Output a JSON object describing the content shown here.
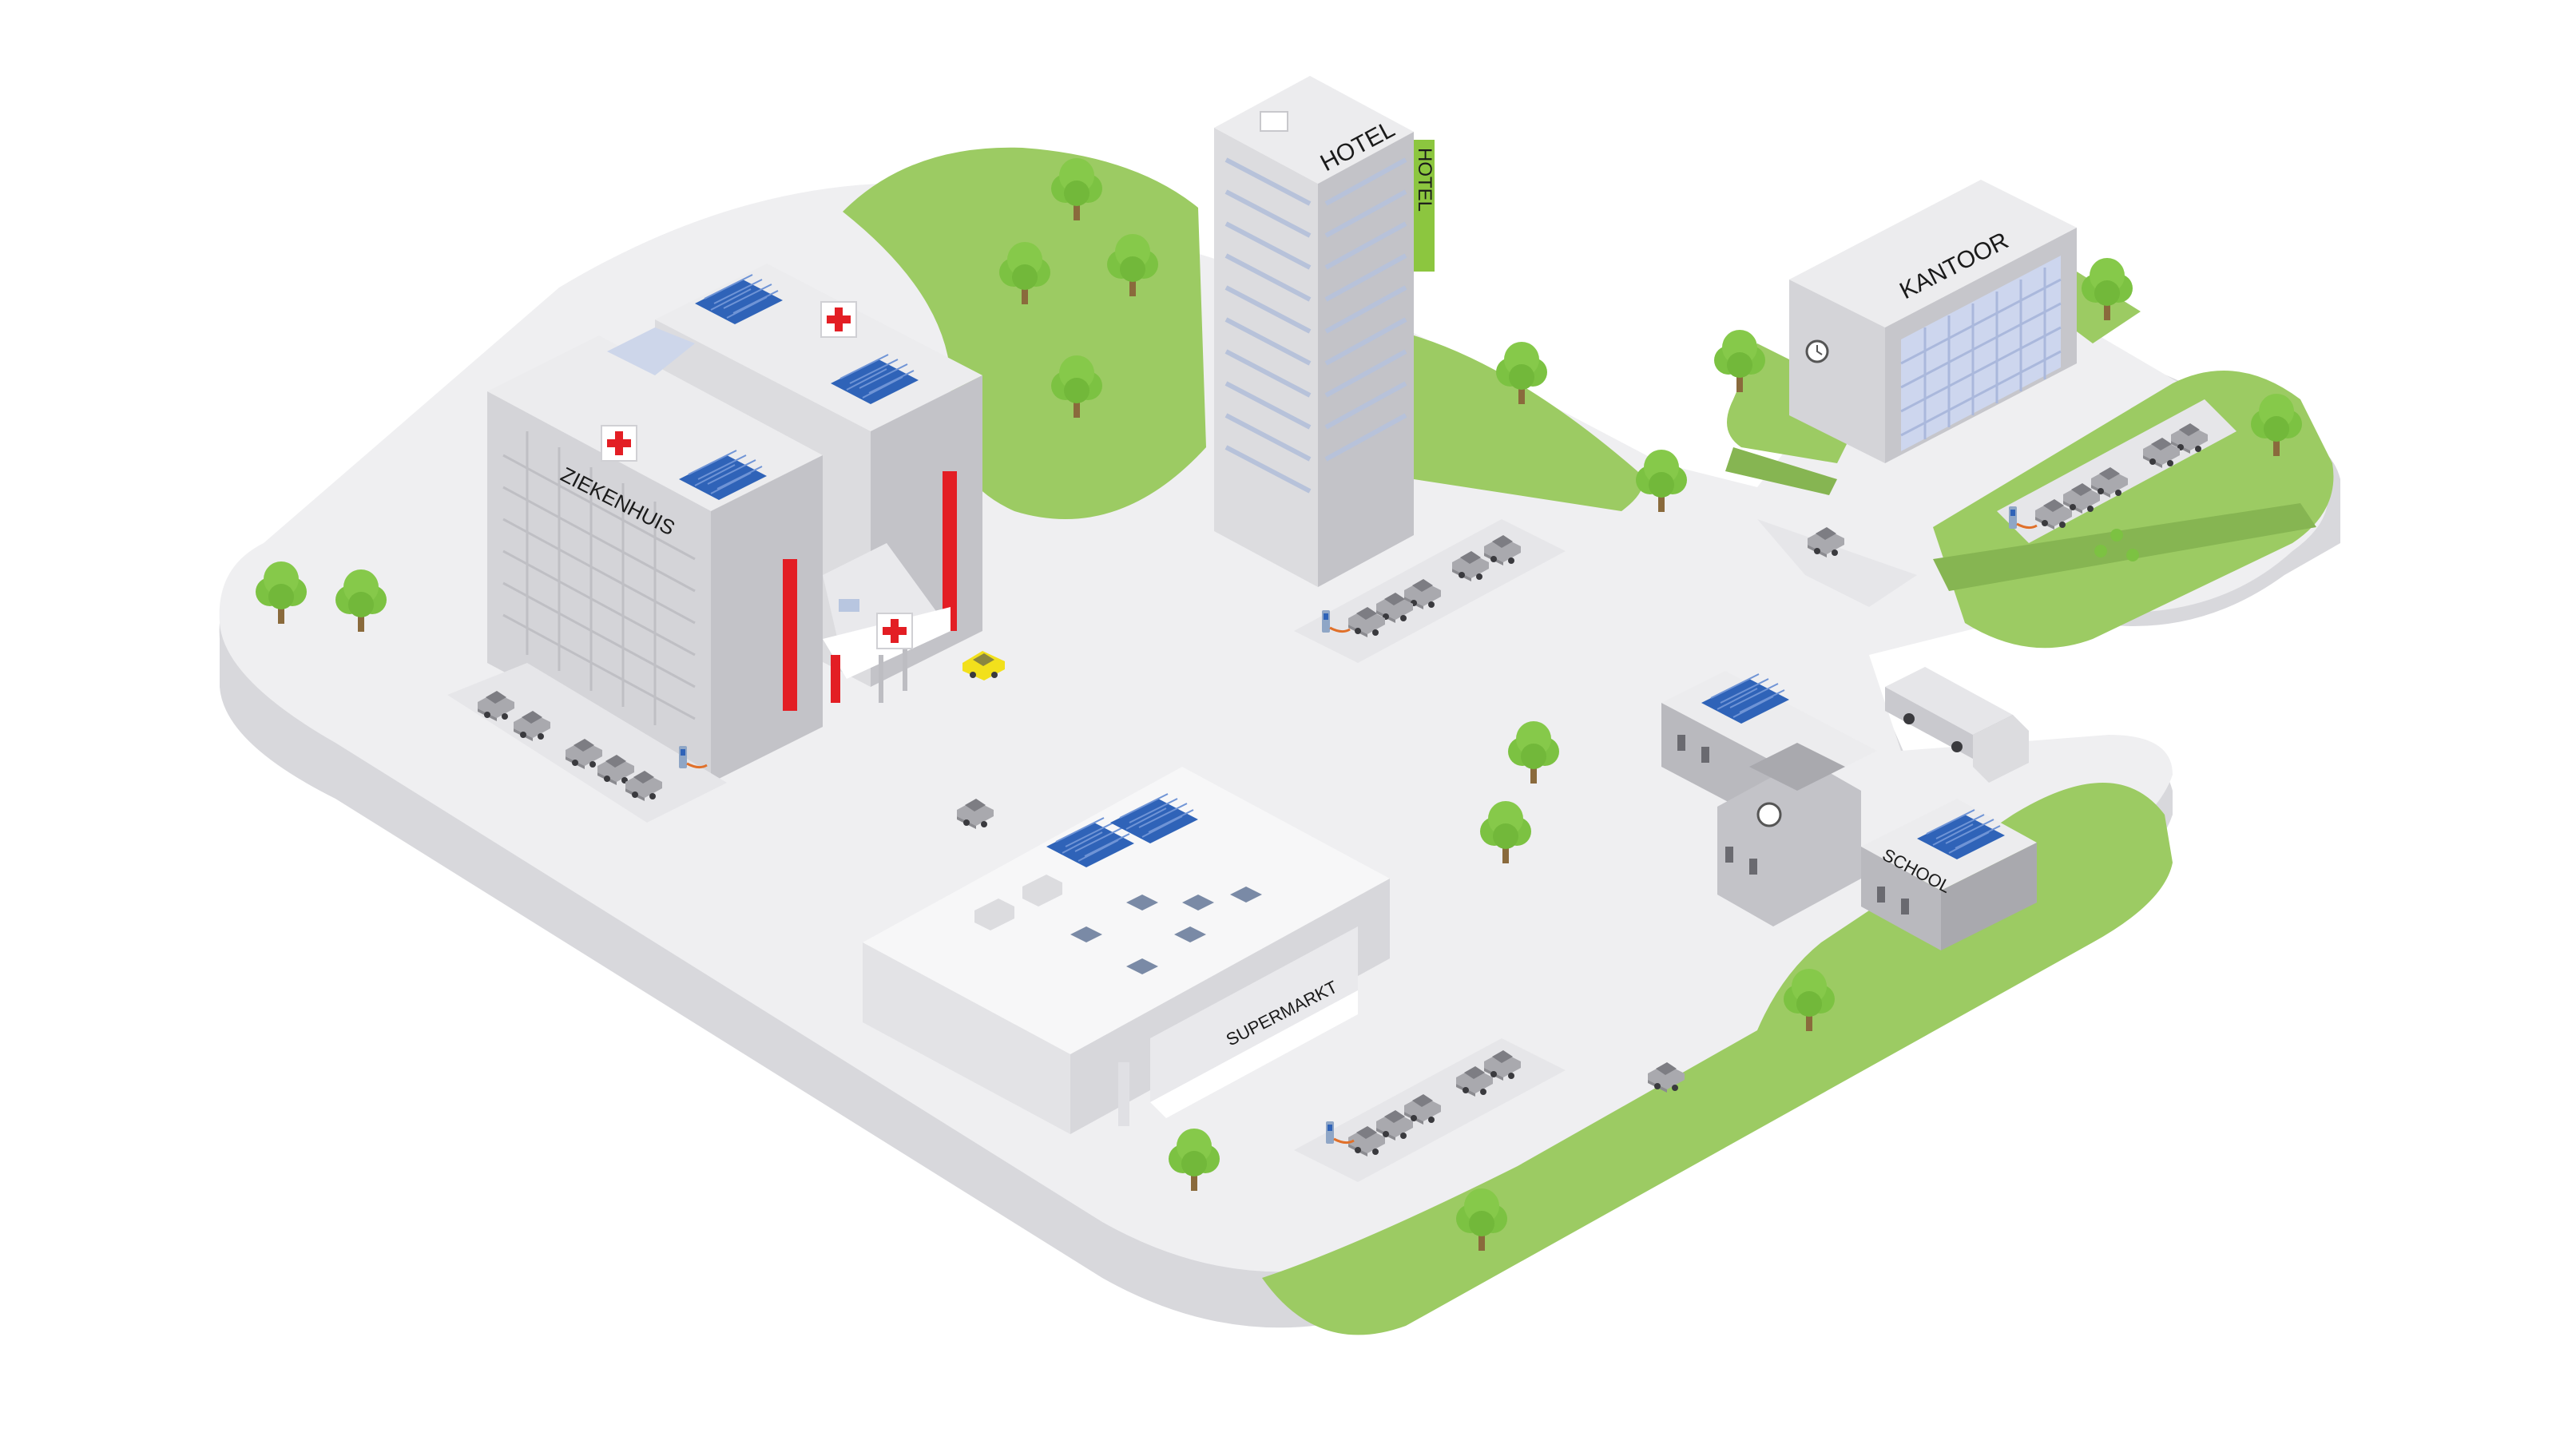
{
  "labels": {
    "hospital": "ZIEKENHUIS",
    "hotel_top": "HOTEL",
    "hotel_vertical": "HOTEL",
    "office": "KANTOOR",
    "supermarket": "SUPERMARKT",
    "school": "SCHOOL"
  },
  "colors": {
    "grass": "#9ccb63",
    "ground": "#efeff1",
    "ground_edge": "#d8d8dc",
    "building_light": "#e8e8ea",
    "building_mid": "#cfcfd3",
    "building_dark": "#b9b9be",
    "solar": "#2f63b8",
    "accent_red": "#e31e24",
    "tree": "#7cc242",
    "trunk": "#8a6a3c",
    "taxi": "#f2e01c",
    "hotel_sign": "#8cc63f"
  },
  "icons": [
    "tree-icon",
    "car-icon",
    "ev-charger-icon",
    "red-cross-icon",
    "solar-panel-icon",
    "clock-icon",
    "truck-icon"
  ]
}
